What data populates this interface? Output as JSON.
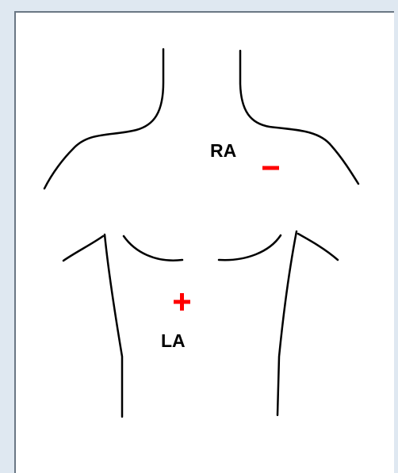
{
  "diagram": {
    "labels": {
      "right_arm": "RA",
      "left_arm": "LA"
    },
    "electrodes": [
      {
        "lead": "RA",
        "polarity": "negative",
        "symbol": "minus"
      },
      {
        "lead": "LA",
        "polarity": "positive",
        "symbol": "plus"
      }
    ],
    "colors": {
      "electrode": "#ff0000",
      "outline": "#000000",
      "frame": "#dfe8f1",
      "frame_border": "#6a7784"
    }
  }
}
